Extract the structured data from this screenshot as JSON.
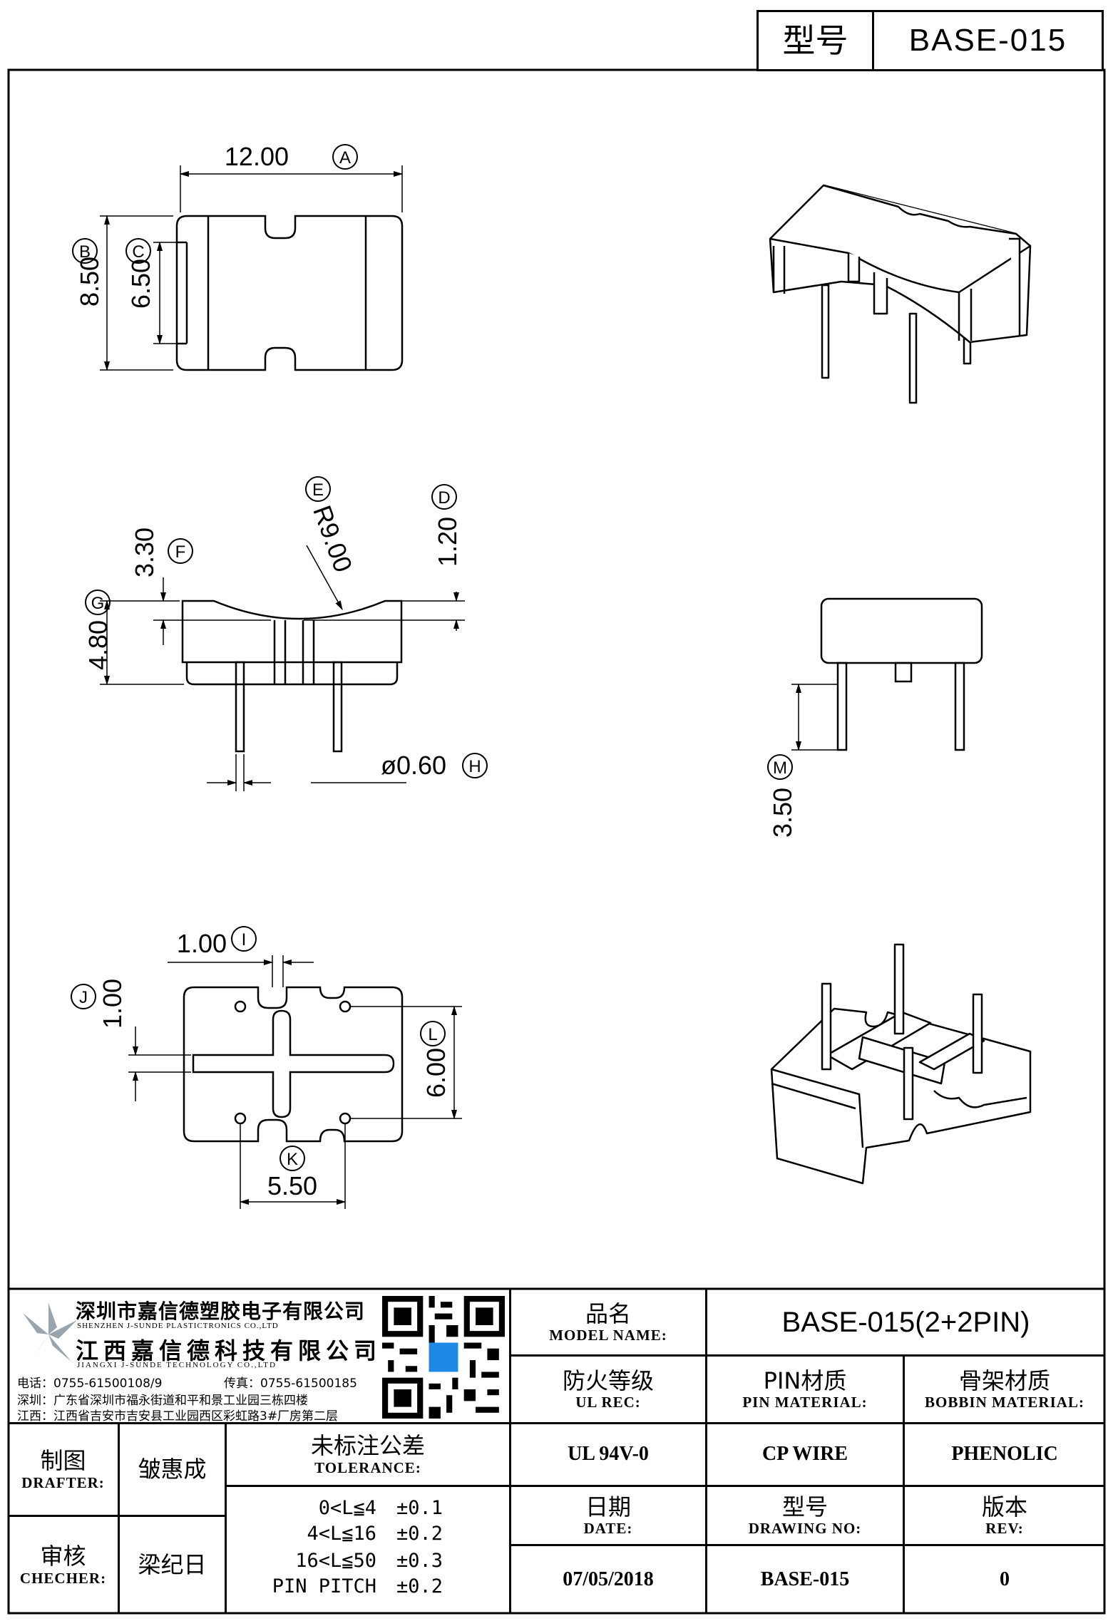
{
  "header": {
    "model_label": "型号",
    "model_value": "BASE-015"
  },
  "dims": {
    "A": "12.00",
    "B": "8.50",
    "C": "6.50",
    "D": "1.20",
    "E": "R9.00",
    "F": "3.30",
    "G": "4.80",
    "H": "ø0.60",
    "I": "1.00",
    "J": "1.00",
    "K": "5.50",
    "L": "6.00",
    "M": "3.50"
  },
  "letters": {
    "A": "A",
    "B": "B",
    "C": "C",
    "D": "D",
    "E": "E",
    "F": "F",
    "G": "G",
    "H": "H",
    "I": "I",
    "J": "J",
    "K": "K",
    "L": "L",
    "M": "M"
  },
  "company": {
    "name_sz": "深圳市嘉信德塑胶电子有限公司",
    "name_sz_en": "SHENZHEN J-SUNDE PLASTICTRONICS CO.,LTD",
    "name_jx": "江西嘉信德科技有限公司",
    "name_jx_en": "JIANGXI J-SUNDE TECHNOLOGY CO.,LTD",
    "phone": "电话：0755-61500108/9",
    "fax": "传真：0755-61500185",
    "addr_sz": "深圳：广东省深圳市福永街道和平和景工业园三栋四楼",
    "addr_jx": "江西：江西省吉安市吉安县工业园西区彩虹路3#厂房第二层"
  },
  "title_block": {
    "model_name_cn": "品名",
    "model_name_en": "MODEL NAME:",
    "model_name_value": "BASE-015(2+2PIN)",
    "ul_cn": "防火等级",
    "ul_en": "UL REC:",
    "ul_value": "UL 94V-0",
    "pin_cn": "PIN材质",
    "pin_en": "PIN MATERIAL:",
    "pin_value": "CP WIRE",
    "bobbin_cn": "骨架材质",
    "bobbin_en": "BOBBIN MATERIAL:",
    "bobbin_value": "PHENOLIC",
    "drafter_cn": "制图",
    "drafter_en": "DRAFTER:",
    "drafter_value": "皱惠成",
    "checker_cn": "审核",
    "checker_en": "CHECHER:",
    "checker_value": "梁纪日",
    "tol_cn": "未标注公差",
    "tol_en": "TOLERANCE:",
    "tol_rows": [
      {
        "range": "0<L≦4",
        "tol": "±0.1"
      },
      {
        "range": "4<L≦16",
        "tol": "±0.2"
      },
      {
        "range": "16<L≦50",
        "tol": "±0.3"
      },
      {
        "range": "PIN PITCH",
        "tol": "±0.2"
      }
    ],
    "date_cn": "日期",
    "date_en": "DATE:",
    "date_value": "07/05/2018",
    "dwg_cn": "型号",
    "dwg_en": "DRAWING NO:",
    "dwg_value": "BASE-015",
    "rev_cn": "版本",
    "rev_en": "REV:",
    "rev_value": "0"
  }
}
